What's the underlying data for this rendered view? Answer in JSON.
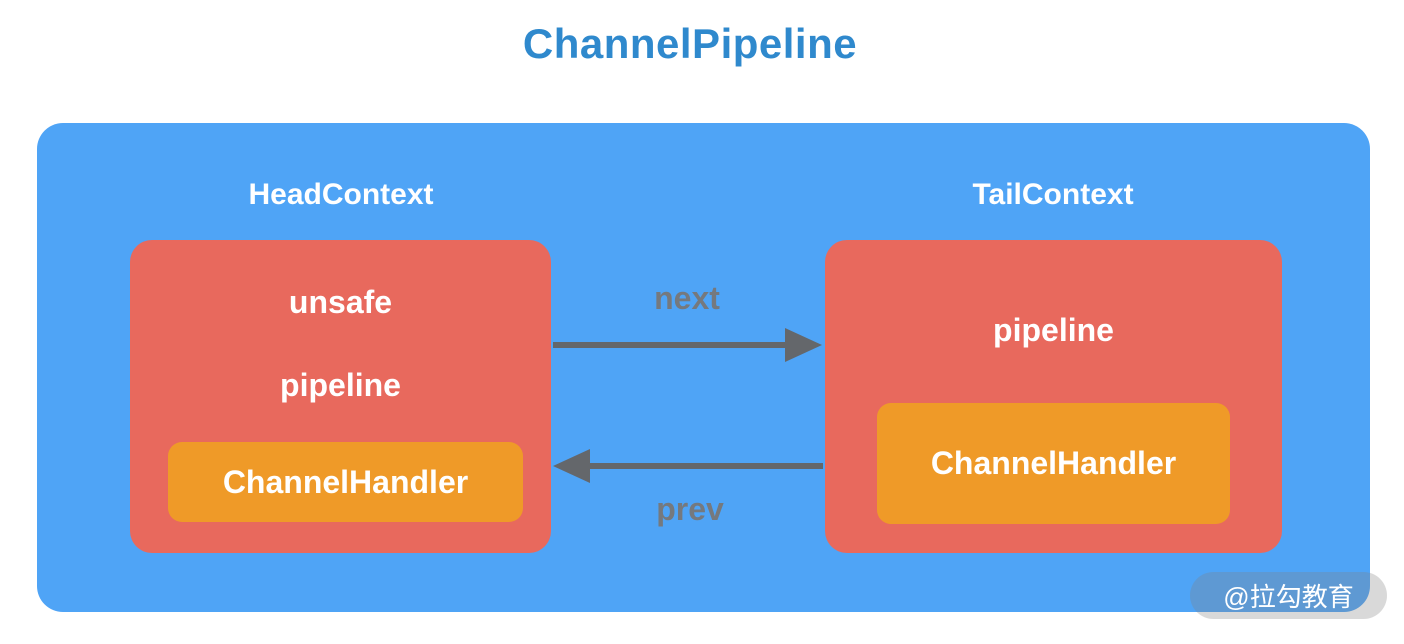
{
  "title": "ChannelPipeline",
  "colors": {
    "title_text": "#2F89CD",
    "container_bg": "#4FA4F6",
    "context_box_bg": "#E8695D",
    "handler_box_bg": "#EF9A28",
    "arrow": "#64676B",
    "arrow_label_text": "#75797E",
    "white_text": "#FFFFFF"
  },
  "pipeline": {
    "head": {
      "label": "HeadContext",
      "fields": [
        "unsafe",
        "pipeline"
      ],
      "handler": "ChannelHandler"
    },
    "tail": {
      "label": "TailContext",
      "fields": [
        "pipeline"
      ],
      "handler": "ChannelHandler"
    },
    "arrows": {
      "next": "next",
      "prev": "prev"
    }
  },
  "watermark": "@拉勾教育"
}
